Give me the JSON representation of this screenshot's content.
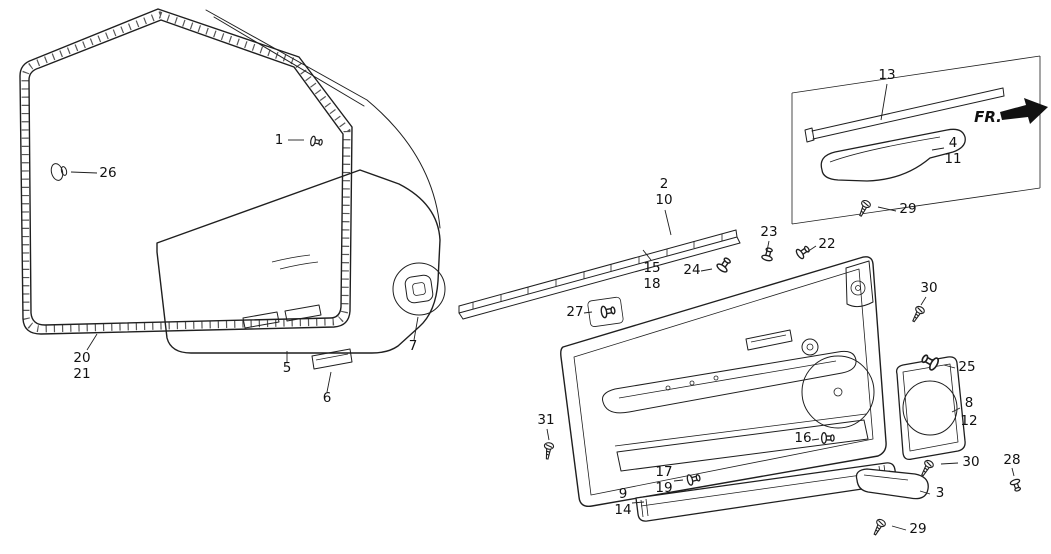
{
  "canvas": {
    "background": "#ffffff",
    "line_color": "#1f1f1f"
  },
  "direction": {
    "label": "FR."
  },
  "callouts": {
    "c1": "1",
    "c2": "2",
    "c3": "3",
    "c4": "4",
    "c5": "5",
    "c6": "6",
    "c7": "7",
    "c8": "8",
    "c9": "9",
    "c10": "10",
    "c11": "11",
    "c12": "12",
    "c13": "13",
    "c14": "14",
    "c15": "15",
    "c16": "16",
    "c17": "17",
    "c18": "18",
    "c19": "19",
    "c20": "20",
    "c21": "21",
    "c22": "22",
    "c23": "23",
    "c24": "24",
    "c25": "25",
    "c26": "26",
    "c27": "27",
    "c28": "28",
    "c29_inset": "29",
    "c29_bottom": "29",
    "c30_upper": "30",
    "c30_lower": "30",
    "c31": "31"
  }
}
